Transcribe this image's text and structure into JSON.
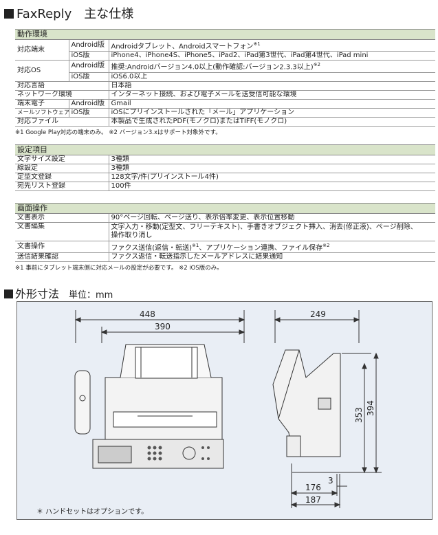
{
  "title": "FaxReply　主な仕様",
  "sections": {
    "env": {
      "head": "動作環境",
      "rows": {
        "terminal": "対応端末",
        "android": "Android版",
        "android_val": "Androidタブレット、Androidスマートフォン",
        "android_mark": "※1",
        "ios": "iOS版",
        "ios_val": "iPhone4、iPhone4S、iPhone5、iPad2、iPad第3世代、iPad第4世代、iPad mini",
        "os": "対応OS",
        "os_android": "Android版",
        "os_android_val": "推奨:Androidバージョン4.0以上(動作確認:バージョン2.3.3以上)",
        "os_android_mark": "※2",
        "os_ios": "iOS版",
        "os_ios_val": "iOS6.0以上",
        "lang": "対応言語",
        "lang_val": "日本語",
        "net": "ネットワーク環境",
        "net_val": "インターネット接続、および電子メールを送受信可能な環境",
        "mail_1": "端末電子",
        "mail_2": "メールソフトウェア",
        "mail_android": "Android版",
        "mail_android_val": "Gmail",
        "mail_ios": "iOS版",
        "mail_ios_val": "iOSにプリインストールされた「メール」アプリケーション",
        "file": "対応ファイル",
        "file_val": "本製品で生成されたPDF(モノクロ)またはTIFF(モノクロ)"
      },
      "note": "※1 Google Play対応の端末のみ。 ※2 バージョン3.xはサポート対象外です。"
    },
    "settings": {
      "head": "設定項目",
      "rows": [
        {
          "label": "文字サイズ設定",
          "value": "3種類"
        },
        {
          "label": "線設定",
          "value": "3種類"
        },
        {
          "label": "定型文登録",
          "value": "128文字/件(プリインストール4件)"
        },
        {
          "label": "宛先リスト登録",
          "value": "100件"
        }
      ]
    },
    "ops": {
      "head": "画面操作",
      "rows": {
        "display": "文書表示",
        "display_val": "90°ページ回転、ページ送り、表示倍率変更、表示位置移動",
        "edit": "文書編集",
        "edit_val_1": "文字入力・移動(定型文、フリーテキスト)、手書きオブジェクト挿入、消去(修正液)、ページ削除、",
        "edit_val_2": "操作取り消し",
        "doc": "文書操作",
        "doc_val_a": "ファクス送信(返信・転送)",
        "doc_val_mark1": "※1",
        "doc_val_b": "、アプリケーション連携、ファイル保存",
        "doc_val_mark2": "※2",
        "result": "送信結果確認",
        "result_val": "ファクス返信・転送指示したメールアドレスに結果通知"
      },
      "note": "※1 事前にタブレット端末側に対応メールの設定が必要です。 ※2 iOS版のみ。"
    }
  },
  "outline": {
    "title": "外形寸法",
    "unit": "単位：mm",
    "dims": {
      "w_total": "448",
      "w_body": "390",
      "depth": "249",
      "h_total": "394",
      "h_body": "353",
      "d_body": "176",
      "d_base": "187",
      "offset": "3"
    },
    "note": "＊ ハンドセットはオプションです。"
  }
}
